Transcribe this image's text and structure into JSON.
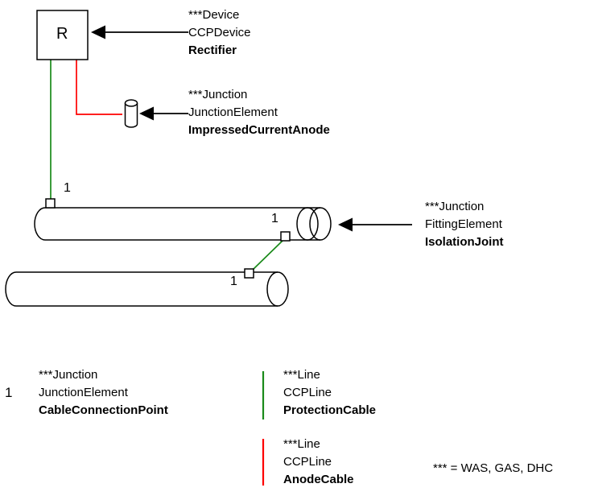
{
  "colors": {
    "protection_cable": "#1a8a1a",
    "anode_cable": "#fe0000",
    "stroke": "#000000"
  },
  "rectifier": {
    "symbol": "R"
  },
  "callouts": {
    "device": {
      "l1": "***Device",
      "l2": "CCPDevice",
      "l3": "Rectifier"
    },
    "anode": {
      "l1": "***Junction",
      "l2": "JunctionElement",
      "l3": "ImpressedCurrentAnode"
    },
    "isolation_joint": {
      "l1": "***Junction",
      "l2": "FittingElement",
      "l3": "IsolationJoint"
    }
  },
  "markers": {
    "pipe1_left": "1",
    "pipe1_right": "1",
    "pipe2": "1"
  },
  "legend": {
    "cable_connection_point": {
      "symbol": "1",
      "l1": "***Junction",
      "l2": "JunctionElement",
      "l3": "CableConnectionPoint"
    },
    "protection_cable": {
      "l1": "***Line",
      "l2": "CCPLine",
      "l3": "ProtectionCable"
    },
    "anode_cable": {
      "l1": "***Line",
      "l2": "CCPLine",
      "l3": "AnodeCable"
    },
    "footnote": "*** = WAS, GAS, DHC"
  }
}
